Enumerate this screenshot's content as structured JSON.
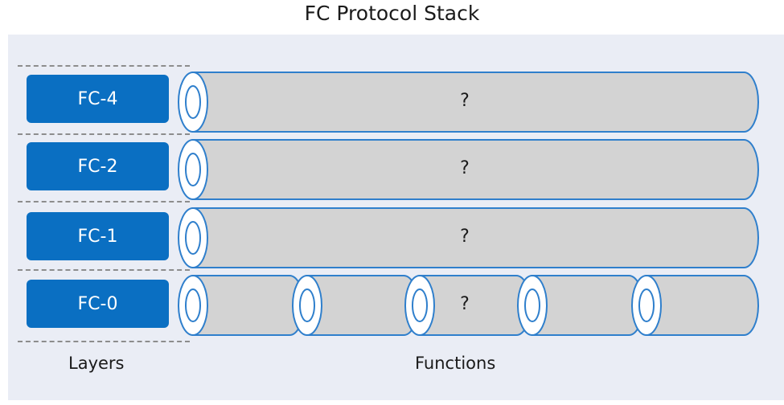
{
  "title": "FC Protocol Stack",
  "layers": [
    {
      "label": "FC-4",
      "function": "?"
    },
    {
      "label": "FC-2",
      "function": "?"
    },
    {
      "label": "FC-1",
      "function": "?"
    },
    {
      "label": "FC-0",
      "function": "?"
    }
  ],
  "footer": {
    "layers_label": "Layers",
    "functions_label": "Functions"
  },
  "colors": {
    "layer_box": "#0a6fc2",
    "pipe_fill": "#d3d3d3",
    "pipe_outline": "#2f7fcc",
    "panel": "#eaedf5"
  }
}
